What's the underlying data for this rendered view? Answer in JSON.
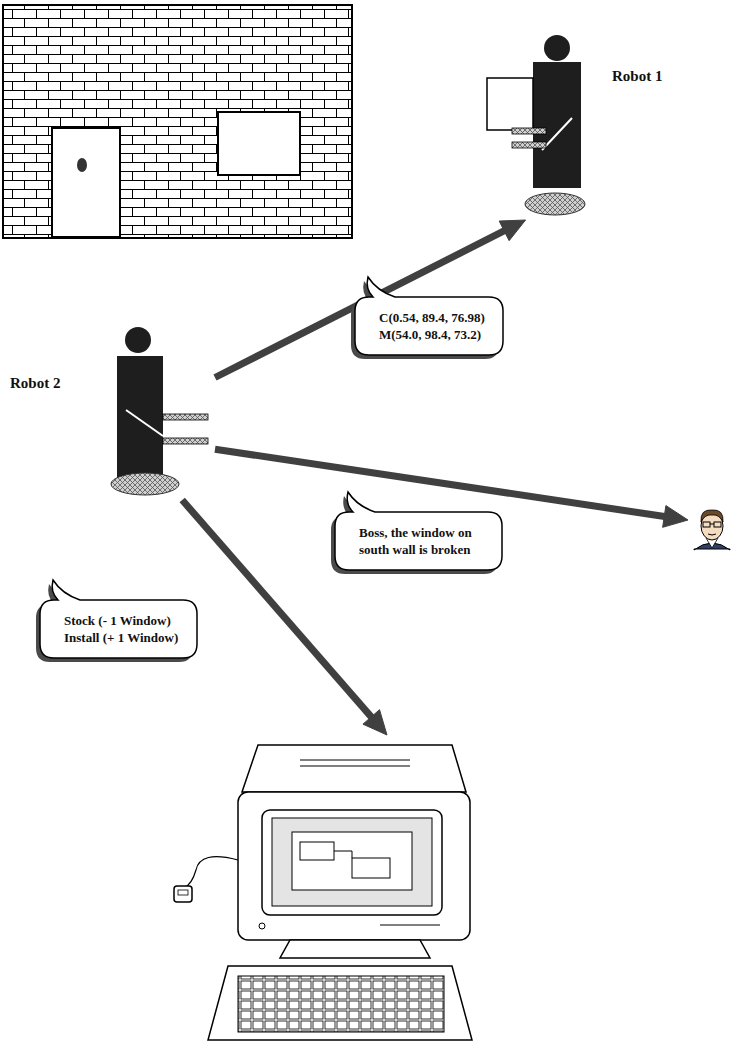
{
  "diagram": {
    "nodes": [
      {
        "text": [
          "Robot 1"
        ]
      },
      {
        "text": [
          "C(0.54, 89.4, 76.98)",
          "M(54.0, 98.4, 73.2)"
        ]
      },
      {
        "text": [
          "Robot 2"
        ]
      },
      {
        "text": [
          "Boss, the window on south wall is broken"
        ]
      },
      {
        "text": []
      },
      {
        "text": [
          "Stock (- 1 Window)",
          "Install (+ 1 Window)"
        ]
      },
      {
        "text": []
      }
    ],
    "edges": [
      {
        "from": 2,
        "to": 0,
        "arrow": "to"
      },
      {
        "from": 2,
        "to": 4,
        "arrow": "to"
      },
      {
        "from": 2,
        "to": 6,
        "arrow": "to"
      }
    ]
  }
}
